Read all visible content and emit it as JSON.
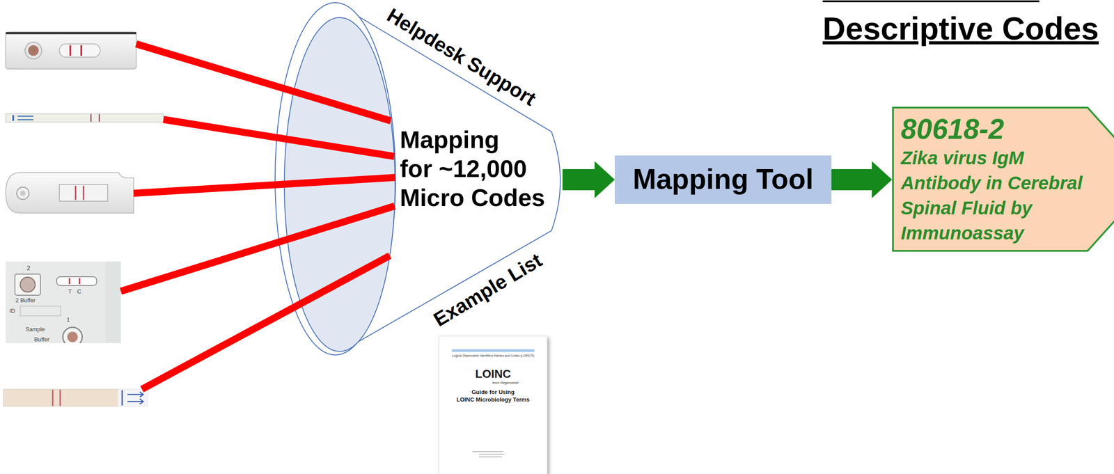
{
  "diagram": {
    "title": "Descriptive Codes",
    "nodes": [
      {
        "text": [
          "Mapping for ~12,000 Micro Codes"
        ]
      },
      {
        "text": [
          "Mapping Tool"
        ]
      },
      {
        "text": [
          "80618-2",
          "Zika virus IgM Antibody in Cerebral Spinal Fluid by Immunoassay"
        ]
      }
    ],
    "edges": [
      {
        "from": 0,
        "to": 1,
        "arrow": "to"
      },
      {
        "from": 1,
        "to": 2,
        "arrow": "to"
      }
    ],
    "labels": [
      "Helpdesk Support",
      "Example List",
      "2",
      "2 Buffer",
      "T C",
      "ID",
      "1",
      "Sample",
      "Buffer",
      "Logical Observation Identifiers Names and Codes (LOINC®)",
      "LOINC",
      "from Regenstrief",
      "Guide for Using LOINC Microbiology Terms"
    ]
  }
}
